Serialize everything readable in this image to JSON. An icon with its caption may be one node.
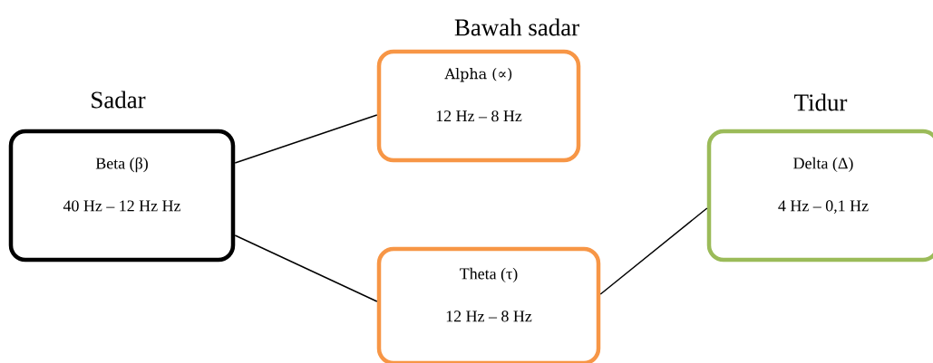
{
  "diagram": {
    "nodes": [
      {
        "text": [
          "Sadar",
          "Beta (β)",
          "40 Hz – 12 Hz Hz"
        ]
      },
      {
        "text": [
          "Bawah sadar",
          "Alpha (∝)",
          "12 Hz – 8 Hz"
        ]
      },
      {
        "text": [
          "Theta (τ)",
          "12 Hz – 8 Hz"
        ]
      },
      {
        "text": [
          "Tidur",
          "Delta (Δ)",
          "4 Hz – 0,1 Hz"
        ]
      }
    ],
    "edges": [
      {
        "from": 0,
        "to": 1,
        "arrow": "none"
      },
      {
        "from": 0,
        "to": 2,
        "arrow": "none"
      },
      {
        "from": 2,
        "to": 3,
        "arrow": "none"
      }
    ]
  }
}
